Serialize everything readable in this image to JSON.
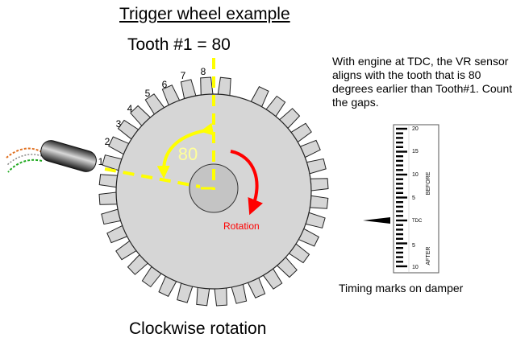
{
  "title": "Trigger wheel example",
  "subtitle": "Tooth #1 = 80",
  "description": "With engine at TDC, the VR sensor aligns with the tooth that is 80 degrees earlier than Tooth#1. Count the gaps.",
  "angle_label": "80",
  "rotation_label": "Rotation",
  "damper_caption": "Timing marks on damper",
  "bottom_caption": "Clockwise rotation",
  "tooth_numbers": [
    "1",
    "2",
    "3",
    "4",
    "5",
    "6",
    "7",
    "8"
  ],
  "scale": {
    "before_label": "BEFORE",
    "after_label": "AFTER",
    "tdc_label": "TDC",
    "before_ticks": [
      "20",
      "15",
      "10",
      "5"
    ],
    "after_ticks": [
      "5",
      "10"
    ]
  },
  "colors": {
    "wheel": "#d6d6d6",
    "tooth": "#d6d6d6",
    "hub": "#c4c4c4",
    "guide_lines": "#ffff00",
    "angle_arrow": "#ffff00",
    "rotation_arrow": "#ff0000",
    "angle_text": "#ffff99"
  }
}
